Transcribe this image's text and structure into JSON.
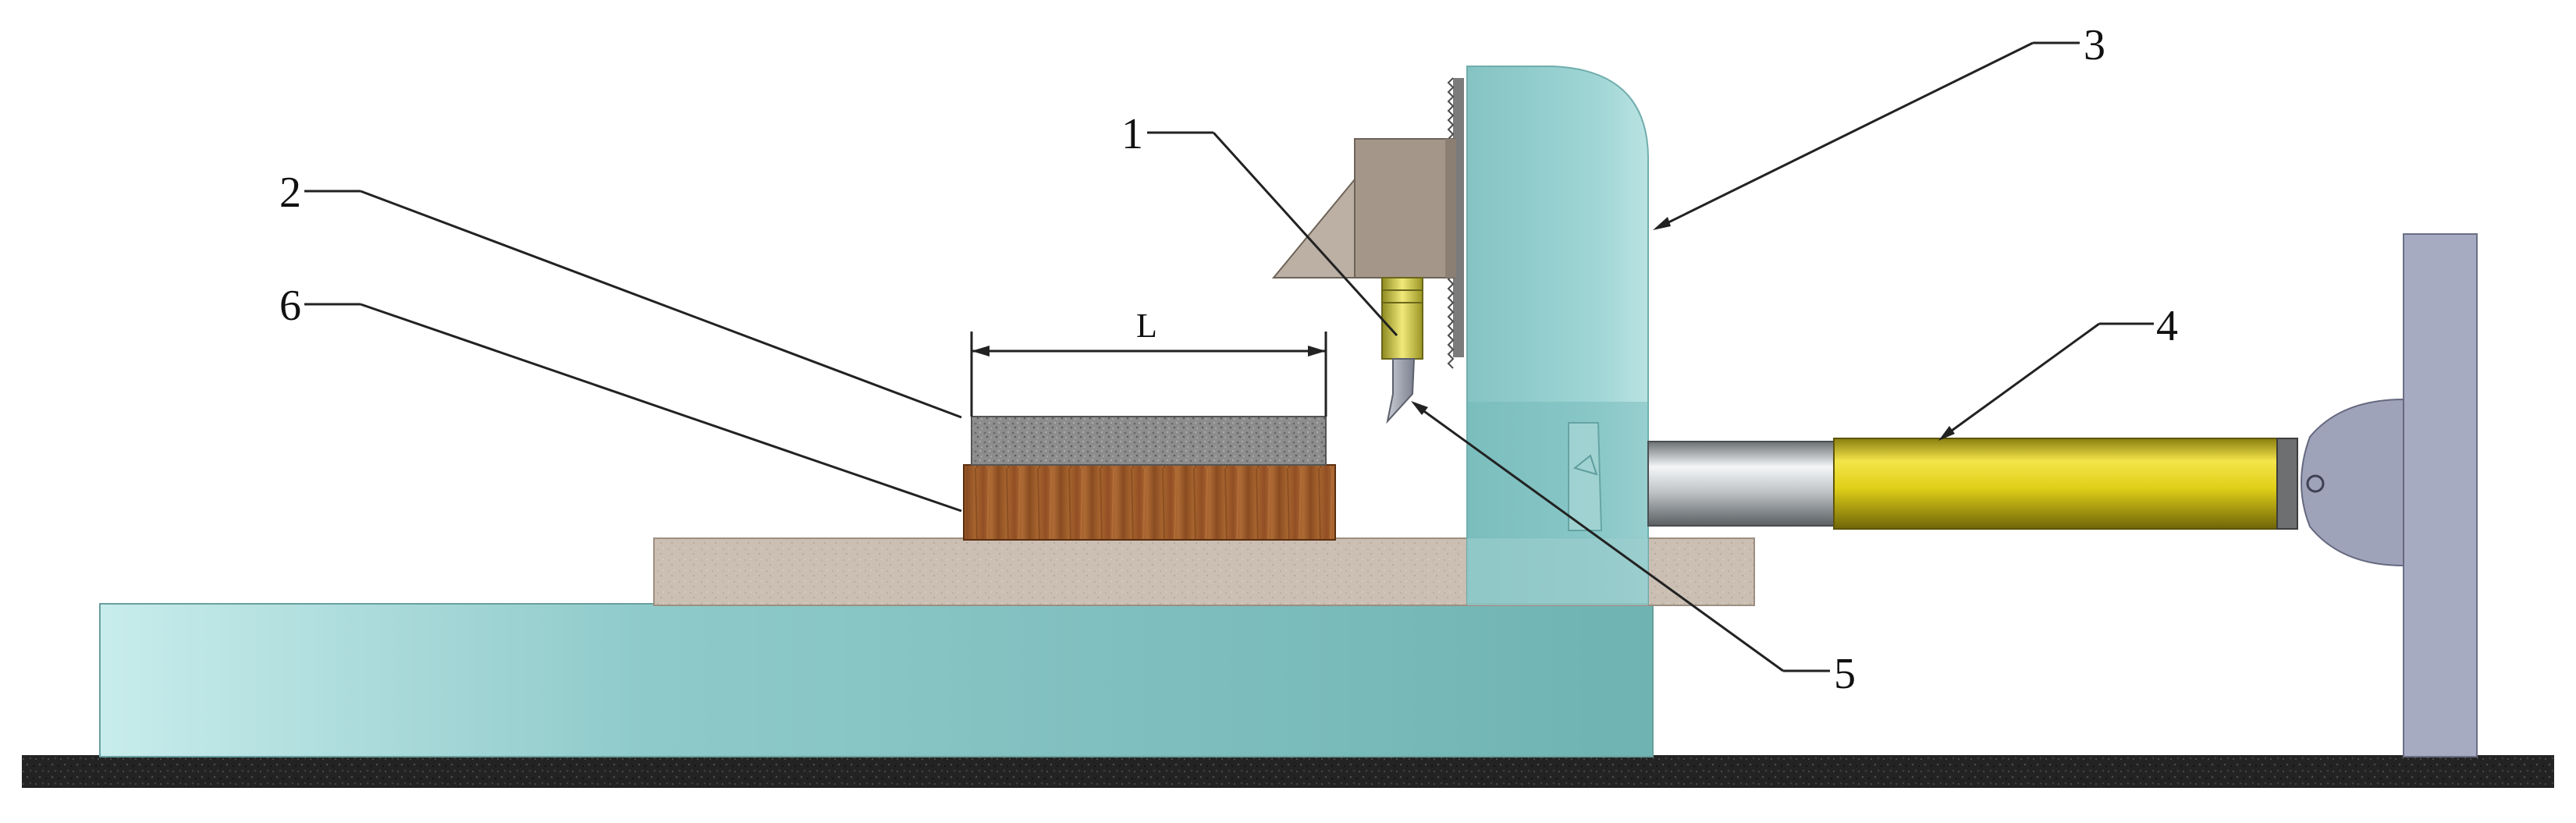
{
  "callouts": {
    "c1": "1",
    "c2": "2",
    "c3": "3",
    "c4": "4",
    "c5": "5",
    "c6": "6"
  },
  "dimension": {
    "length_label": "L"
  },
  "colors": {
    "bench": "#7fbcbc",
    "bench_light": "#c8ecec",
    "frame": "#86c6c6",
    "slab": "#c9bcb0",
    "stone": "#8e8e8e",
    "wood": "#9a5a2a",
    "cylinder": "#e3d21a",
    "rod": "#cfd2d4",
    "support": "#a8acc2",
    "head": "#a8998c",
    "ground": "#242424"
  }
}
